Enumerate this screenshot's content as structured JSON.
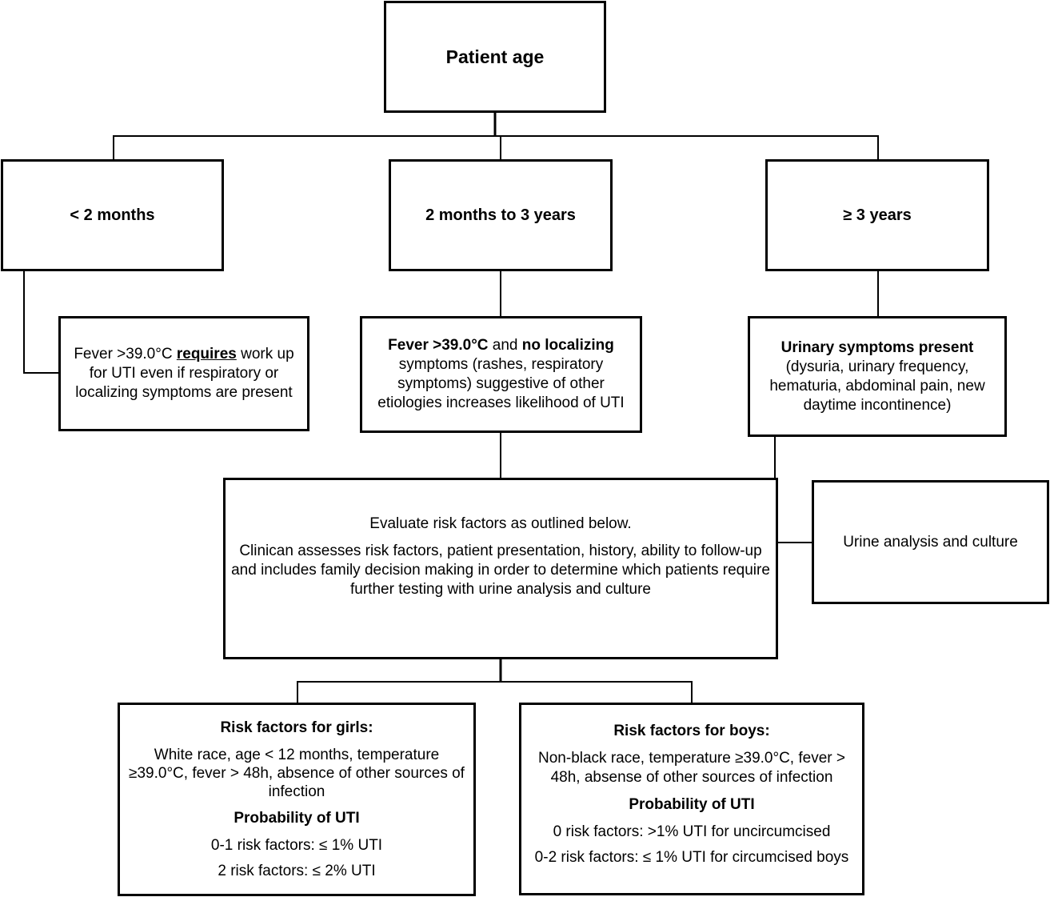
{
  "root": {
    "label": "Patient age"
  },
  "ages": {
    "under2m": "< 2 months",
    "m2to3y": "2 months to 3 years",
    "over3y": "≥ 3 years"
  },
  "under2m_box": {
    "pre": "Fever >39.0°C ",
    "emph": "requires",
    "post": " work up for UTI even if respiratory or localizing  symptoms are present"
  },
  "m2to3y_box": {
    "bold1": "Fever >39.0°C",
    "mid": " and ",
    "bold2": "no localizing",
    "rest": " symptoms (rashes, respiratory symptoms) suggestive of other etiologies increases likelihood of UTI"
  },
  "over3y_box": {
    "bold": "Urinary symptoms present",
    "rest": "(dysuria, urinary frequency, hematuria, abdominal pain, new daytime incontinence)"
  },
  "evaluate_box": {
    "line1": "Evaluate risk factors as outlined below.",
    "line2": "Clinican assesses risk factors, patient presentation, history, ability to follow-up and includes family decision making in order to determine which patients require further testing with urine analysis and culture"
  },
  "urine_box": {
    "label": "Urine analysis and culture"
  },
  "girls_box": {
    "heading": "Risk factors for girls:",
    "factors": "White race, age < 12 months, temperature ≥39.0°C, fever > 48h, absence of other sources of infection",
    "prob_heading": "Probability of UTI",
    "prob1": "0-1 risk factors: ≤ 1% UTI",
    "prob2": "2 risk factors: ≤ 2% UTI"
  },
  "boys_box": {
    "heading": "Risk factors for boys:",
    "factors": "Non-black race, temperature ≥39.0°C, fever > 48h, absense of other sources of infection",
    "prob_heading": "Probability of UTI",
    "prob1": "0 risk factors: >1% UTI for uncircumcised",
    "prob2": "0-2 risk factors: ≤ 1% UTI for circumcised boys"
  }
}
